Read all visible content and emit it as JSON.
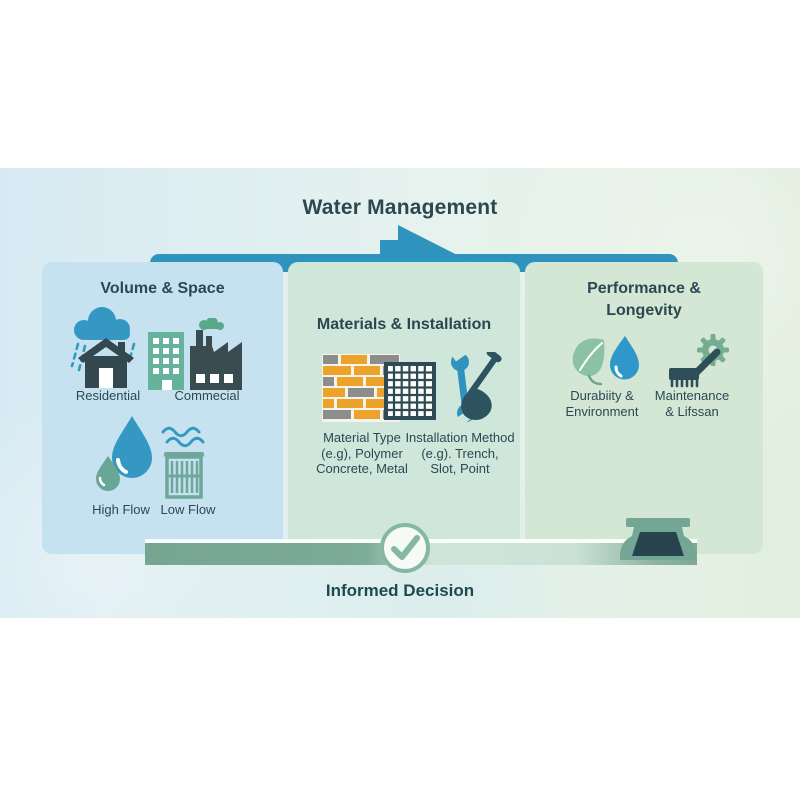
{
  "title": "Water Management",
  "panels": [
    {
      "title": "Volume & Space",
      "items": [
        {
          "icon": "rain-cloud-house-icon",
          "label": "Residential"
        },
        {
          "icon": "building-factory-icon",
          "label": "Commecial"
        },
        {
          "icon": "water-drops-icon",
          "label": "High Flow"
        },
        {
          "icon": "waves-grate-icon",
          "label": "Low Flow"
        }
      ]
    },
    {
      "title": "Materials & Installation",
      "items": [
        {
          "icon": "brick-wall-grid-icon",
          "lines": [
            "Material Type",
            "(e.g), Polymer",
            "Concrete, Metal"
          ]
        },
        {
          "icon": "wrench-shovel-icon",
          "lines": [
            "Installation Method",
            "(e.g). Trench,",
            "Slot, Point"
          ]
        }
      ]
    },
    {
      "title_lines": [
        "Performance &",
        "Longevity"
      ],
      "items": [
        {
          "icon": "leaf-drop-icon",
          "lines": [
            "Durabiity &",
            "Environment"
          ]
        },
        {
          "icon": "brush-gear-icon",
          "lines": [
            "Maintenance",
            "& Lifssan"
          ]
        }
      ]
    }
  ],
  "flow_arrow": {
    "icon": "right-arrow-icon"
  },
  "footer": {
    "label": "Informed Decision",
    "icon": "check-circle-icon",
    "end_icon": "channel-drain-icon"
  },
  "colors": {
    "arrow_blue": "#2e94be",
    "slate_dark": "#32494f",
    "teal_green": "#68ab97",
    "leaf_green": "#8cc2a4",
    "gear_green": "#74ad92",
    "brick_orange": "#eba32a",
    "brick_gray": "#8d8d8b",
    "bar_green": "#7aa794",
    "check_green": "#85b7a3",
    "panel1_bg": "#c6e2f1",
    "panel2_bg": "#cfe6db",
    "panel3_bg": "#d4e7d5"
  }
}
